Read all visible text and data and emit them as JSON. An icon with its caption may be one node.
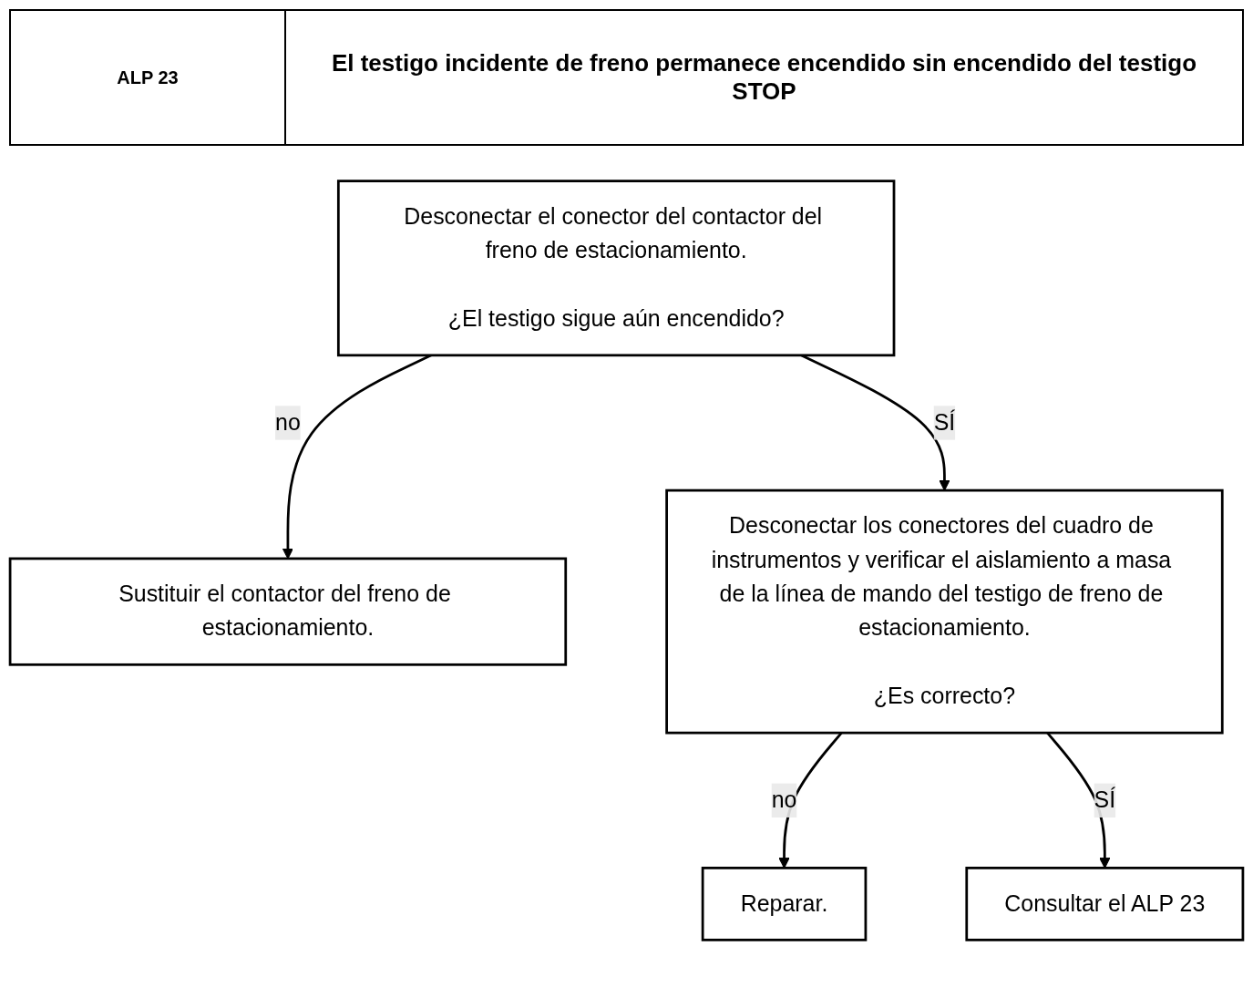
{
  "diagram": {
    "title": "El testigo incidente de freno permanece encendido sin encendido del testigo STOP",
    "labels": [
      "ALP 23"
    ],
    "nodes": [
      {
        "text": [
          "Desconectar el conector del contactor del freno de estacionamiento.",
          "¿El testigo sigue aún encendido?"
        ]
      },
      {
        "text": [
          "Sustituir el contactor del freno de estacionamiento."
        ]
      },
      {
        "text": [
          "Desconectar los conectores del cuadro de instrumentos y verificar el aislamiento a masa de la línea de mando del testigo de freno de estacionamiento.",
          "¿Es correcto?"
        ]
      },
      {
        "text": [
          "Reparar."
        ]
      },
      {
        "text": [
          "Consultar el ALP 23"
        ]
      }
    ],
    "edges": [
      {
        "from": 0,
        "to": 1,
        "arrow": "to",
        "label": "no"
      },
      {
        "from": 0,
        "to": 2,
        "arrow": "to",
        "label": "SÍ"
      },
      {
        "from": 2,
        "to": 3,
        "arrow": "to",
        "label": "no"
      },
      {
        "from": 2,
        "to": 4,
        "arrow": "to",
        "label": "SÍ"
      }
    ]
  }
}
